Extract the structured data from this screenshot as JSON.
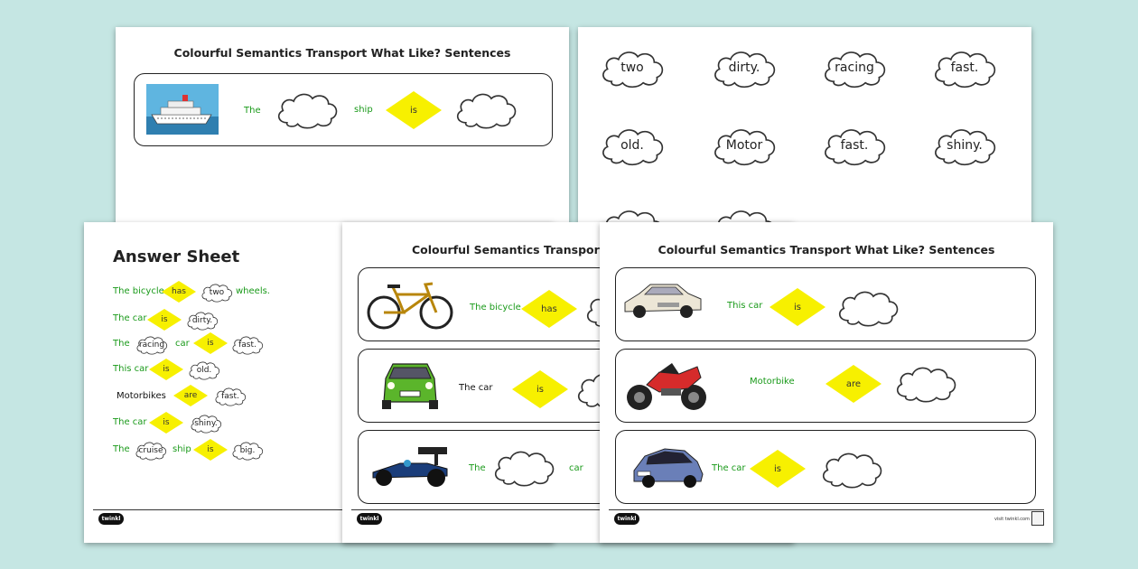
{
  "title": "Colourful Semantics Transport What Like? Sentences",
  "brand": "twinkl",
  "footer_url": "visit twinkl.com",
  "page1": {
    "row": {
      "the": "The",
      "noun": "ship",
      "verb": "is"
    }
  },
  "cards": [
    "two",
    "dirty.",
    "racing",
    "fast.",
    "old.",
    "Motor",
    "fast.",
    "shiny."
  ],
  "answer": {
    "heading": "Answer Sheet",
    "rows": [
      {
        "a": "The bicycle",
        "verb": "has",
        "c1": "two",
        "end": "wheels."
      },
      {
        "a": "The car",
        "verb": "is",
        "c1": "dirty."
      },
      {
        "a": "The",
        "c1": "racing",
        "b": "car",
        "verb": "is",
        "c2": "fast."
      },
      {
        "a": "This car",
        "verb": "is",
        "c1": "old."
      },
      {
        "a": "Motorbikes",
        "verb": "are",
        "c1": "fast."
      },
      {
        "a": "The car",
        "verb": "is",
        "c1": "shiny."
      },
      {
        "a": "The",
        "c1": "cruise",
        "b": "ship",
        "verb": "is",
        "c2": "big."
      }
    ]
  },
  "middle": {
    "title_partial": "Colourful Semantics Transport W",
    "rows": [
      {
        "subject": "The bicycle",
        "verb": "has"
      },
      {
        "subject": "The car",
        "verb": "is"
      },
      {
        "subject": "The",
        "noun": "car"
      }
    ]
  },
  "front": {
    "rows": [
      {
        "subject": "This car",
        "verb": "is"
      },
      {
        "subject": "Motorbike",
        "verb": "are"
      },
      {
        "subject": "The car",
        "verb": "is"
      }
    ]
  },
  "colors": {
    "background": "#c5e6e3",
    "diamond": "#f7f000",
    "green_text": "#1a9a1a"
  }
}
